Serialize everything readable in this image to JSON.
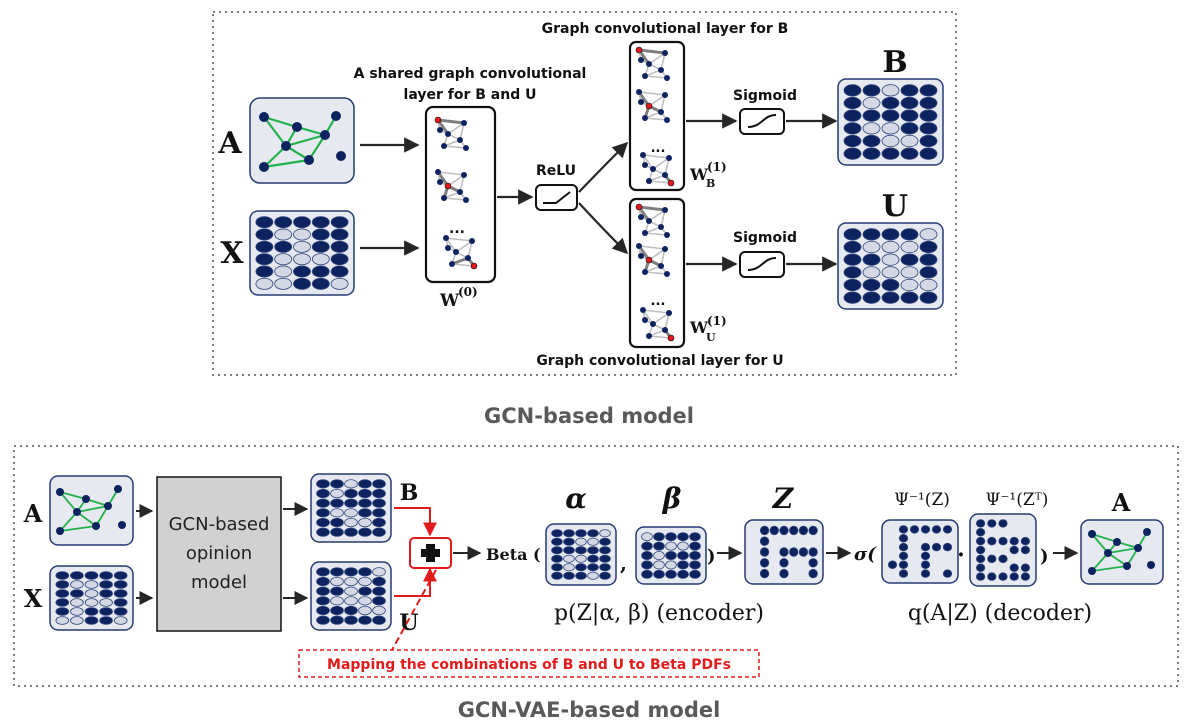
{
  "top": {
    "title": "GCN-based model",
    "input_a": "A",
    "input_x": "X",
    "shared_layer_line1": "A shared graph convolutional",
    "shared_layer_line2": "layer for B and U",
    "w0_base": "W",
    "w0_sup": "(0)",
    "relu": "ReLU",
    "layer_b": "Graph convolutional layer for B",
    "layer_u": "Graph convolutional layer for U",
    "wb_base": "W",
    "wb_sub": "B",
    "wb_sup": "(1)",
    "wu_base": "W",
    "wu_sub": "U",
    "wu_sup": "(1)",
    "sigmoid_b": "Sigmoid",
    "sigmoid_u": "Sigmoid",
    "output_b": "B",
    "output_u": "U",
    "ellipsis": "..."
  },
  "bottom": {
    "title": "GCN-VAE-based model",
    "input_a": "A",
    "input_x": "X",
    "gcn_box_line1": "GCN-based",
    "gcn_box_line2": "opinion",
    "gcn_box_line3": "model",
    "label_b": "B",
    "label_u": "U",
    "plus": "+",
    "beta_prefix": "Beta (",
    "comma": ",",
    "close_paren": ")",
    "alpha": "α",
    "beta_sym": "β",
    "z_label": "Z",
    "sigma_prefix": "σ(",
    "psi_z": "Ψ⁻¹(Z)",
    "psi_zt": "Ψ⁻¹(Zᵀ)",
    "dot": "·",
    "close_paren2": ")",
    "output_a": "A",
    "encoder_label": "p(Z|α, β) (encoder)",
    "decoder_label": "q(A|Z) (decoder)",
    "mapping_note": "Mapping the combinations of B and U to Beta PDFs"
  },
  "colors": {
    "navy": "#0d2360",
    "light_node": "#d3d8e4",
    "panel_fill": "#e6e9ef",
    "green_edge": "#22b24c",
    "red": "#e11b1b",
    "gray_box": "#d1d1d1",
    "title_gray": "#595959"
  }
}
